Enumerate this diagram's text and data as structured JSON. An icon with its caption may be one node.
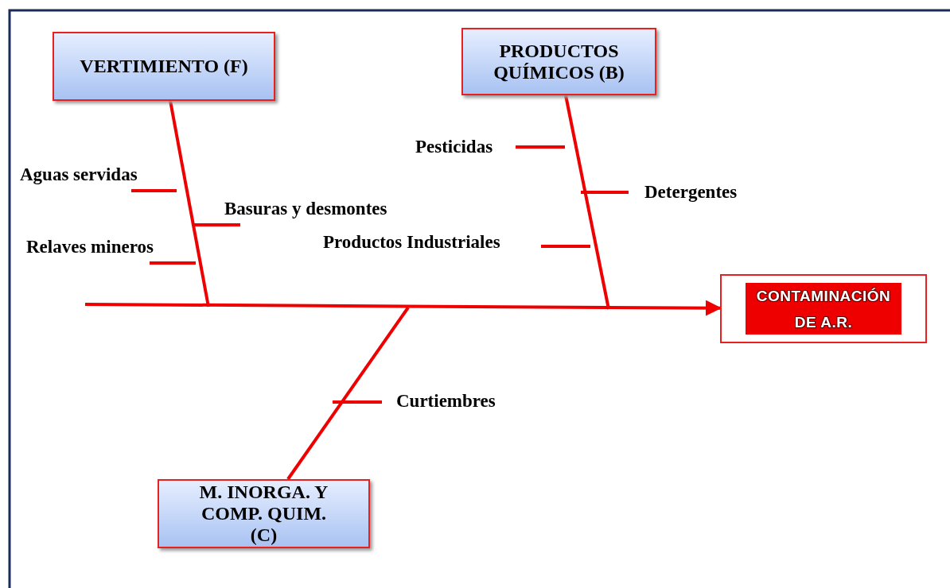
{
  "diagram": {
    "nodes": [
      {
        "text": [
          "VERTIMIENTO (F)"
        ]
      },
      {
        "text": [
          "PRODUCTOS QUÍMICOS (B)"
        ]
      },
      {
        "text": [
          "CONTAMINACIÓN DE A.R."
        ]
      },
      {
        "text": [
          "M. INORGA. Y COMP. QUIM. (C)"
        ]
      }
    ],
    "edges": [
      {
        "from": null,
        "to": 2,
        "arrow": "to"
      },
      {
        "from": 0,
        "to": null,
        "arrow": "none"
      },
      {
        "from": 1,
        "to": null,
        "arrow": "none"
      },
      {
        "from": 3,
        "to": null,
        "arrow": "none"
      }
    ],
    "labels": [
      "Pesticidas",
      "Aguas servidas",
      "Detergentes",
      "Basuras y desmontes",
      "Productos Industriales",
      "Relaves mineros",
      "Curtiembres"
    ]
  }
}
